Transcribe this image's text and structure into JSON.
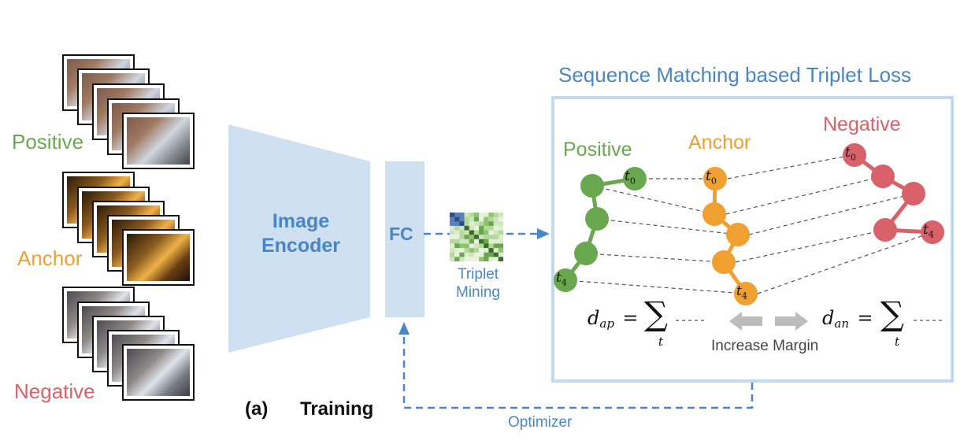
{
  "left_labels": {
    "positive": "Positive",
    "anchor": "Anchor",
    "negative": "Negative"
  },
  "encoder": {
    "label_line1": "Image",
    "label_line2": "Encoder"
  },
  "fc": {
    "label": "FC"
  },
  "triplet_mining": {
    "line1": "Triplet",
    "line2": "Mining"
  },
  "loss_panel": {
    "title": "Sequence Matching based Triplet Loss",
    "positive": "Positive",
    "anchor": "Anchor",
    "negative": "Negative",
    "t0": "t",
    "t0_sub": "0",
    "t4": "t",
    "t4_sub": "4",
    "d_ap": "d",
    "d_ap_sub": "ap",
    "d_an": "d",
    "d_an_sub": "an",
    "equals": "=",
    "sum": "∑",
    "sum_index": "t",
    "increase_margin": "Increase Margin"
  },
  "caption": {
    "tag": "(a)",
    "text": "Training"
  },
  "optimizer": {
    "label": "Optimizer"
  },
  "colors": {
    "positive": "#6aa84f",
    "anchor": "#f0a030",
    "negative": "#d9626a",
    "blue": "#4a86c5",
    "light_blue": "#cfe0f0",
    "panel_border": "#c3d8ef",
    "arrow_gray": "#bdbdbd"
  }
}
